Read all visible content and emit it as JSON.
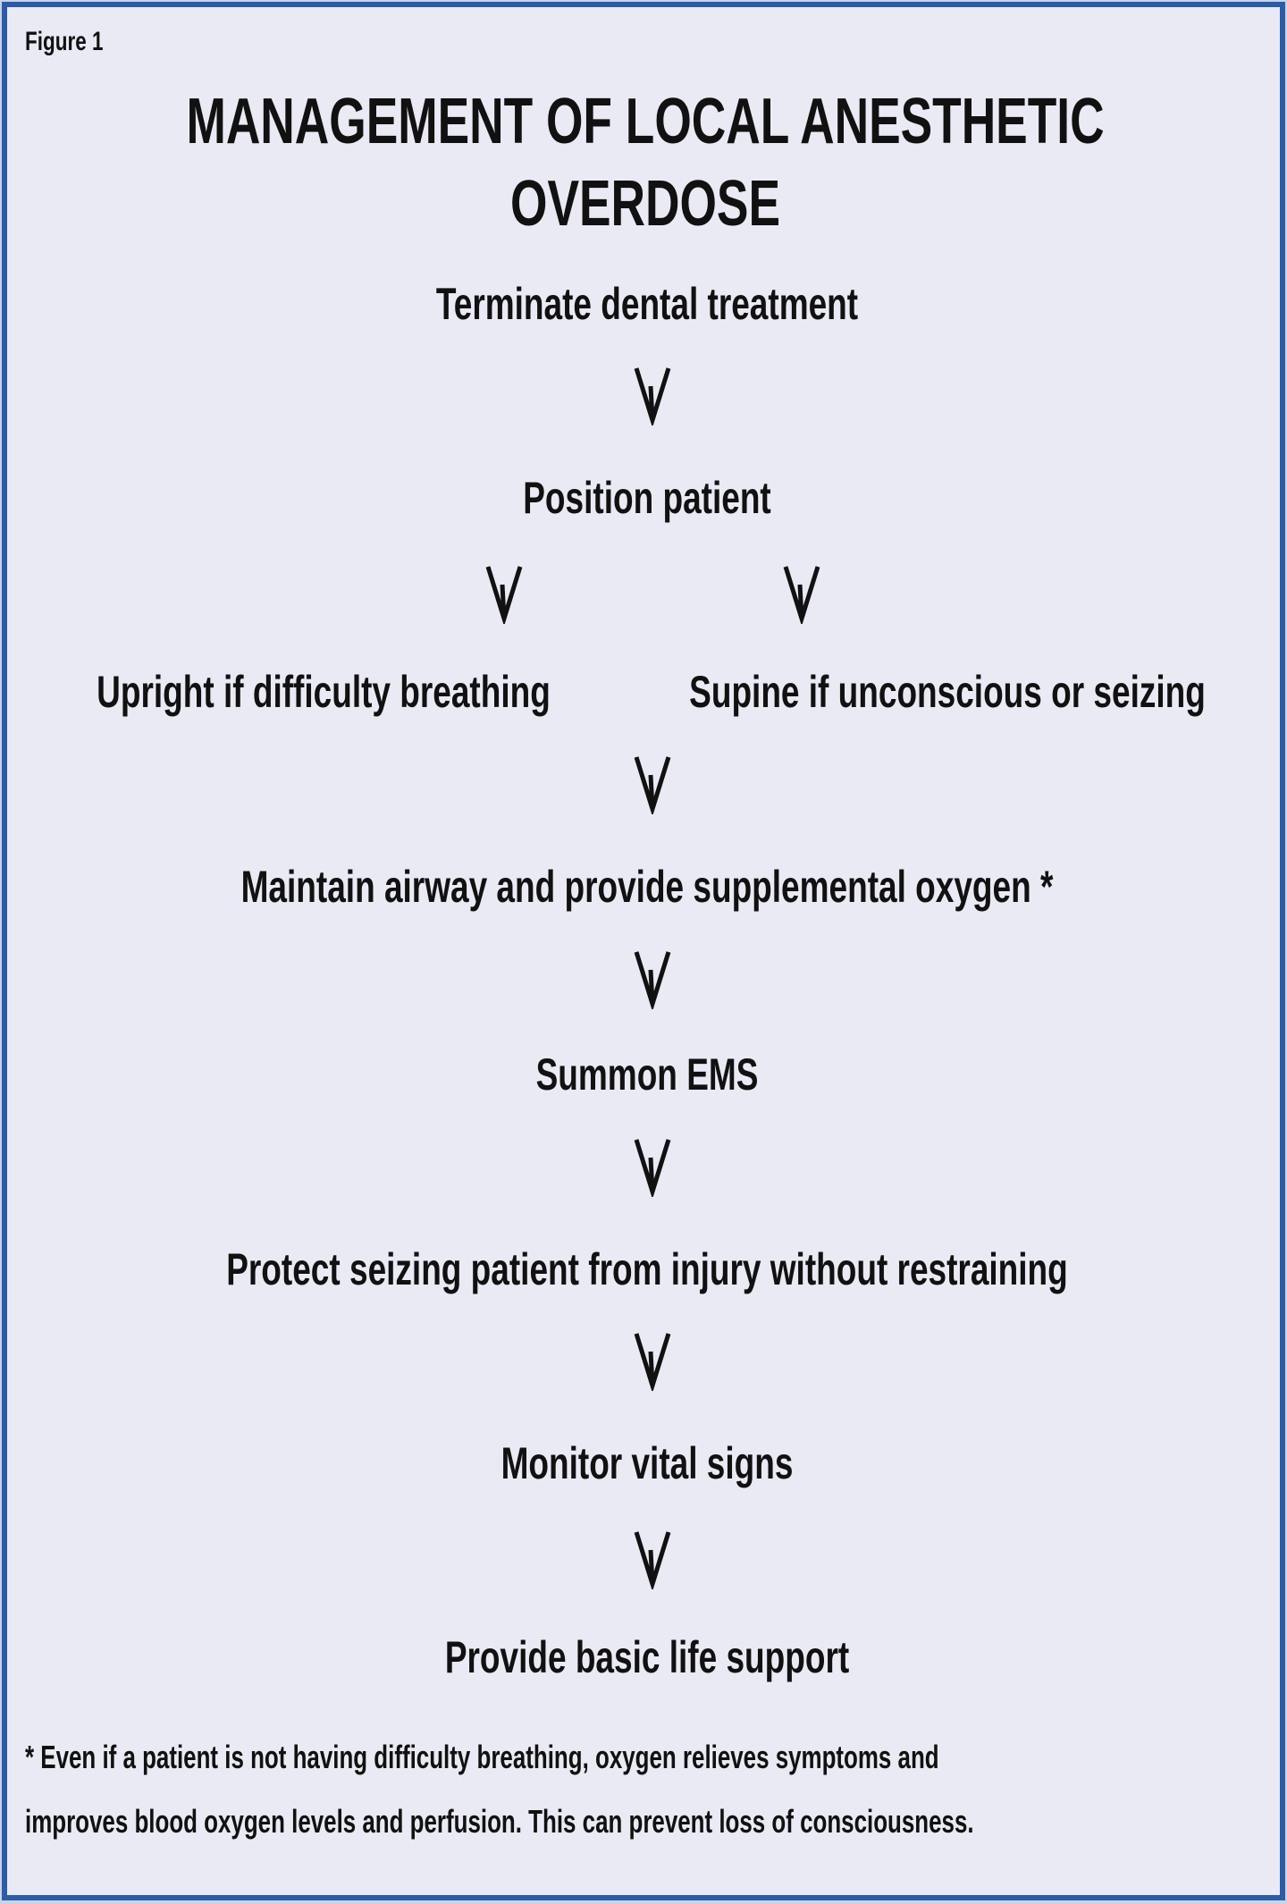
{
  "figure_label": "Figure 1",
  "title_lines": [
    "MANAGEMENT OF LOCAL ANESTHETIC",
    "OVERDOSE"
  ],
  "steps": {
    "terminate": "Terminate dental treatment",
    "position": "Position patient",
    "upright": "Upright if difficulty breathing",
    "supine": "Supine if unconscious or seizing",
    "airway": "Maintain airway and provide supplemental oxygen *",
    "ems": "Summon EMS",
    "protect": "Protect seizing patient from injury without restraining",
    "monitor": "Monitor vital signs",
    "bls": "Provide basic life support"
  },
  "footnote_lines": [
    "* Even if a patient is not having difficulty breathing, oxygen relieves symptoms and",
    "improves blood oxygen levels and perfusion. This can prevent loss of consciousness."
  ],
  "colors": {
    "border": "#2b5ca6",
    "background": "#e9eaf3",
    "text": "#111111"
  }
}
